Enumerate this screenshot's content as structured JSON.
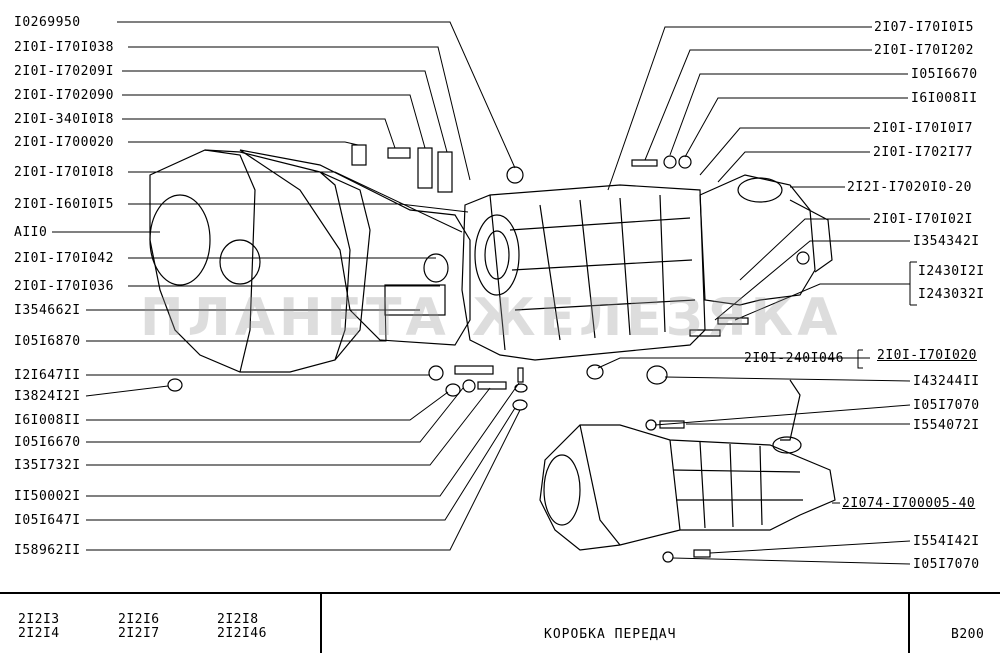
{
  "left_labels": [
    "I0269950",
    "2I0I-I70I038",
    "2I0I-I70209I",
    "2I0I-I702090",
    "2I0I-340I0I8",
    "2I0I-I700020",
    "2I0I-I70I0I8",
    "2I0I-I60I0I5",
    "AII0",
    "2I0I-I70I042",
    "2I0I-I70I036",
    "I354662I",
    "I05I6870",
    "I2I647II",
    "I3824I2I",
    "I6I008II",
    "I05I6670",
    "I35I732I",
    "II50002I",
    "I05I647I",
    "I58962II"
  ],
  "right_labels": [
    "2I07-I70I0I5",
    "2I0I-I70I202",
    "I05I6670",
    "I6I008II",
    "2I0I-I70I0I7",
    "2I0I-I702I77",
    "2I2I-I7020I0-20",
    "2I0I-I70I02I",
    "I354342I",
    "I2430I2I",
    "I243032I",
    "2I0I-240I046",
    "2I0I-I70I020",
    "I43244II",
    "I05I7070",
    "I554072I",
    "2I074-I700005-40",
    "I554I42I",
    "I05I7070"
  ],
  "watermark": "ПЛАНЕТА ЖЕЛЕЗЯКА",
  "footer": {
    "codes": [
      [
        "2I2I3",
        "2I2I4"
      ],
      [
        "2I2I6",
        "2I2I7"
      ],
      [
        "2I2I8",
        "2I2I46"
      ]
    ],
    "title": "КОРОБКА ПЕРЕДАЧ",
    "page": "B200"
  }
}
